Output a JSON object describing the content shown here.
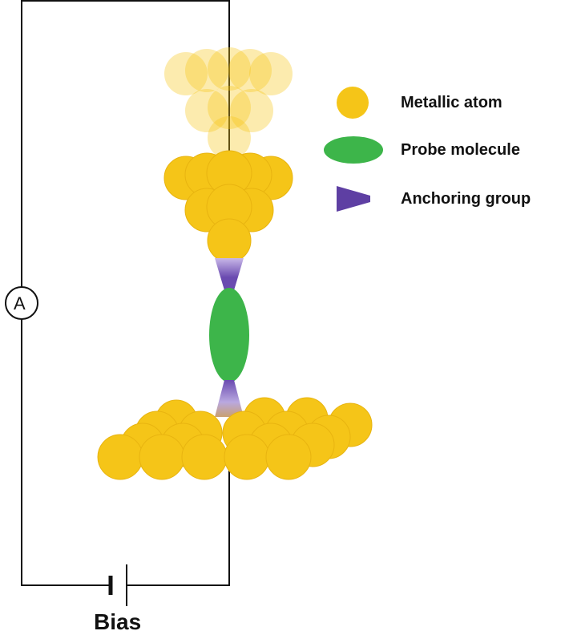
{
  "legend": [
    {
      "label": "Metallic atom",
      "icon": "gold-circle",
      "color": "#F5C518"
    },
    {
      "label": "Probe molecule",
      "icon": "green-ellipse",
      "color": "#3DB54A"
    },
    {
      "label": "Anchoring group",
      "icon": "purple-trapezoid",
      "color": "#5E3FA3"
    }
  ],
  "ammeter_symbol": "A",
  "bias_label": "Bias"
}
